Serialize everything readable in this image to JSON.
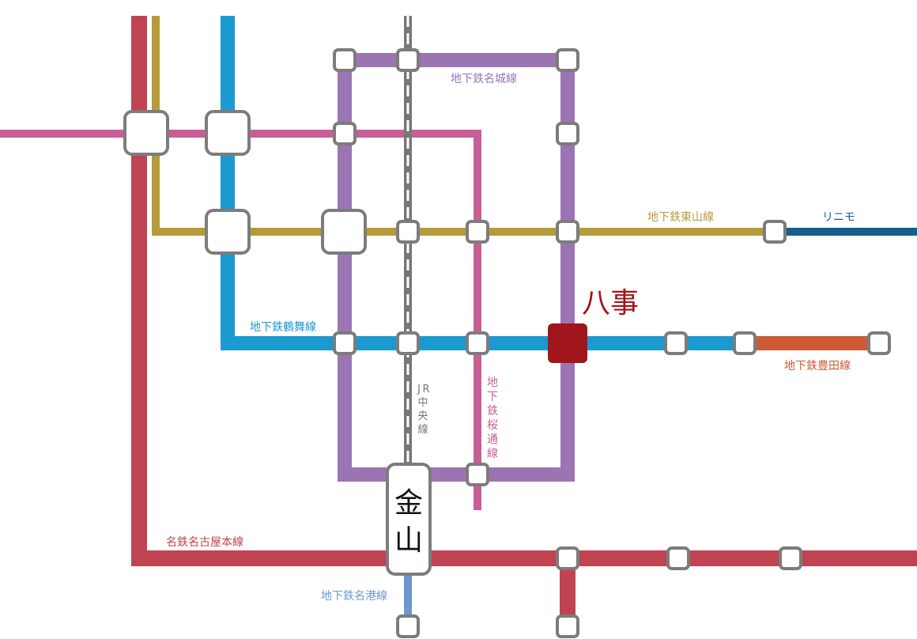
{
  "lines": [
    {
      "id": "meitetsu",
      "name": "名鉄名古屋本線",
      "color": "#bf4350"
    },
    {
      "id": "higashiyama",
      "name": "地下鉄東山線",
      "color": "#b59b39"
    },
    {
      "id": "tsurumai",
      "name": "地下鉄鶴舞線",
      "color": "#1a9ad0"
    },
    {
      "id": "sakuradori",
      "name": "地下鉄桜通線",
      "color": "#c95d96"
    },
    {
      "id": "meijo",
      "name": "地下鉄名城線",
      "color": "#9b74b3"
    },
    {
      "id": "jr_chuo",
      "name": "JR中央線",
      "color": "#777777"
    },
    {
      "id": "linimo",
      "name": "リニモ",
      "color": "#155e8d"
    },
    {
      "id": "toyota",
      "name": "地下鉄豊田線",
      "color": "#cc5a35"
    },
    {
      "id": "meiko",
      "name": "地下鉄名港線",
      "color": "#6c98cf"
    }
  ],
  "stations": {
    "yagoto": {
      "name": "八事",
      "color": "#a0161b"
    },
    "kanayama": {
      "name": "金山"
    }
  },
  "labels": {
    "meijo": "地下鉄名城線",
    "higashiyama": "地下鉄東山線",
    "linimo": "リニモ",
    "tsurumai": "地下鉄鶴舞線",
    "toyota": "地下鉄豊田線",
    "meitetsu": "名鉄名古屋本線",
    "meiko": "地下鉄名港線",
    "jr_chuo": [
      "J",
      "R",
      "中",
      "央",
      "線"
    ],
    "sakuradori": [
      "地",
      "下",
      "鉄",
      "桜",
      "通",
      "線"
    ],
    "yagoto": "八事",
    "kanayama": [
      "金",
      "山"
    ]
  },
  "station_style": {
    "fill": "#ffffff",
    "border": "#7c7c7c"
  }
}
